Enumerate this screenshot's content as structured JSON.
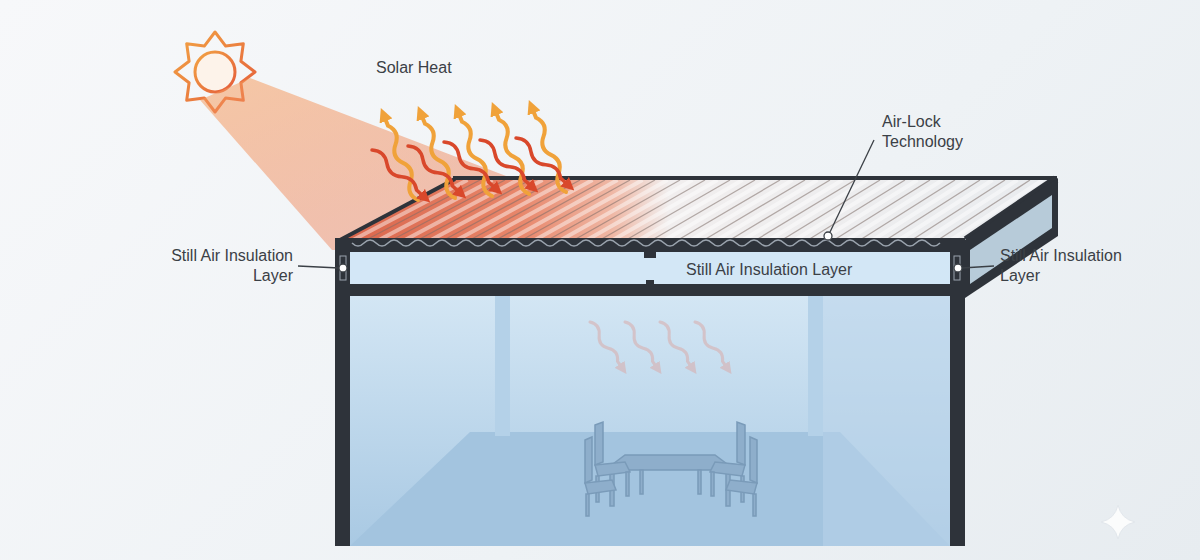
{
  "diagram": {
    "labels": [
      "Solar Heat",
      "Air-Lock Technology",
      "Still Air Insulation Layer",
      "Still Air Insulation Layer",
      "Still Air Insulation Layer"
    ]
  }
}
